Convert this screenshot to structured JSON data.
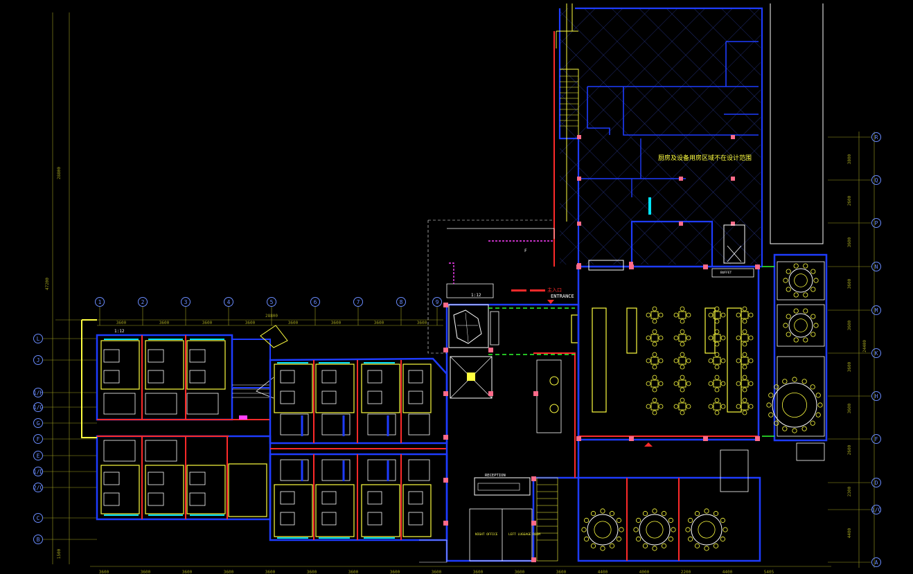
{
  "drawing": {
    "note_zh": "厨房及设备用房区域不在设计范围",
    "entrance_zh": "主入口",
    "entrance": "ENTRANCE",
    "reception": "RECEPTION",
    "night_office": "NIGHT OFFICE",
    "left_luggage": "LEFT LUGGAGE ROOM",
    "buffet": "BUFFET",
    "scale": "1:12",
    "door_mark": "F"
  },
  "grid_top": [
    "1",
    "2",
    "3",
    "4",
    "5",
    "6",
    "7",
    "8",
    "9"
  ],
  "grid_left": [
    "L",
    "J",
    "1/H",
    "1/G",
    "G",
    "F",
    "E",
    "1/D",
    "2/C",
    "C",
    "B"
  ],
  "grid_right": [
    "R",
    "Q",
    "P",
    "N",
    "M",
    "K",
    "H",
    "F",
    "D",
    "1/C",
    "A"
  ],
  "dims_top": [
    "3600",
    "3600",
    "3600",
    "3600",
    "3600",
    "3600",
    "3600",
    "3600"
  ],
  "dims_top_total": "28800",
  "dims_bottom": [
    "3600",
    "3600",
    "3600",
    "3600",
    "3600",
    "3600",
    "3600",
    "3600",
    "3600",
    "3600",
    "3600",
    "3600",
    "4400",
    "4000",
    "2200",
    "4400",
    "5405"
  ],
  "dims_left": [
    "47200",
    "28800",
    "1500"
  ],
  "dims_right": [
    "3800",
    "2600",
    "3600",
    "3600",
    "3600",
    "3600",
    "3600",
    "2600",
    "2300",
    "4400"
  ],
  "dims_right_total": "24400",
  "colors": {
    "background": "#000000",
    "wall": "#1e3cff",
    "wall_red": "#ff2a2a",
    "furniture": "#ffff40",
    "axis": "#a0a020",
    "cyan": "#00e5ff",
    "magenta": "#ff40ff",
    "green": "#30ff30",
    "white": "#ffffff"
  }
}
